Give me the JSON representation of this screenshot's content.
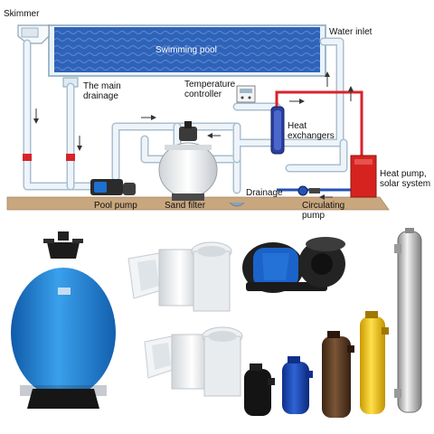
{
  "diagram": {
    "labels": {
      "skimmer": "Skimmer",
      "pool": "Swimming pool",
      "water_inlet": "Water inlet",
      "main_drainage_1": "The main",
      "main_drainage_2": "drainage",
      "temp_controller_1": "Temperature",
      "temp_controller_2": "controller",
      "heat_exchangers_1": "Heat",
      "heat_exchangers_2": "exchangers",
      "heat_pump_1": "Heat pump,",
      "heat_pump_2": "solar system",
      "pool_pump": "Pool pump",
      "sand_filter": "Sand filter",
      "drainage": "Drainage",
      "circulating_1": "Circulating",
      "circulating_2": "pump"
    },
    "colors": {
      "pool_water": "#2f63b8",
      "pipe": "#dfeaf3",
      "pipe_edge": "#a9bfd0",
      "hot_pipe": "#d9232a",
      "ground": "#c9a77e",
      "heat_pump": "#d6231f",
      "filter_blue": "#1f7fcf"
    }
  },
  "products": {
    "items": [
      {
        "name": "sand-filter",
        "icon": "sand-filter-tank-icon"
      },
      {
        "name": "skimmer-top",
        "icon": "wall-skimmer-icon"
      },
      {
        "name": "skimmer-bottom",
        "icon": "wall-skimmer-icon"
      },
      {
        "name": "pool-pump",
        "icon": "pool-pump-icon"
      },
      {
        "name": "stainless-exchanger",
        "icon": "tube-heat-exchanger-icon"
      },
      {
        "name": "black-exchanger",
        "icon": "heat-exchanger-icon"
      },
      {
        "name": "blue-exchanger",
        "icon": "heat-exchanger-icon"
      },
      {
        "name": "brown-exchanger",
        "icon": "heat-exchanger-icon"
      },
      {
        "name": "yellow-exchanger",
        "icon": "heat-exchanger-icon"
      }
    ]
  }
}
